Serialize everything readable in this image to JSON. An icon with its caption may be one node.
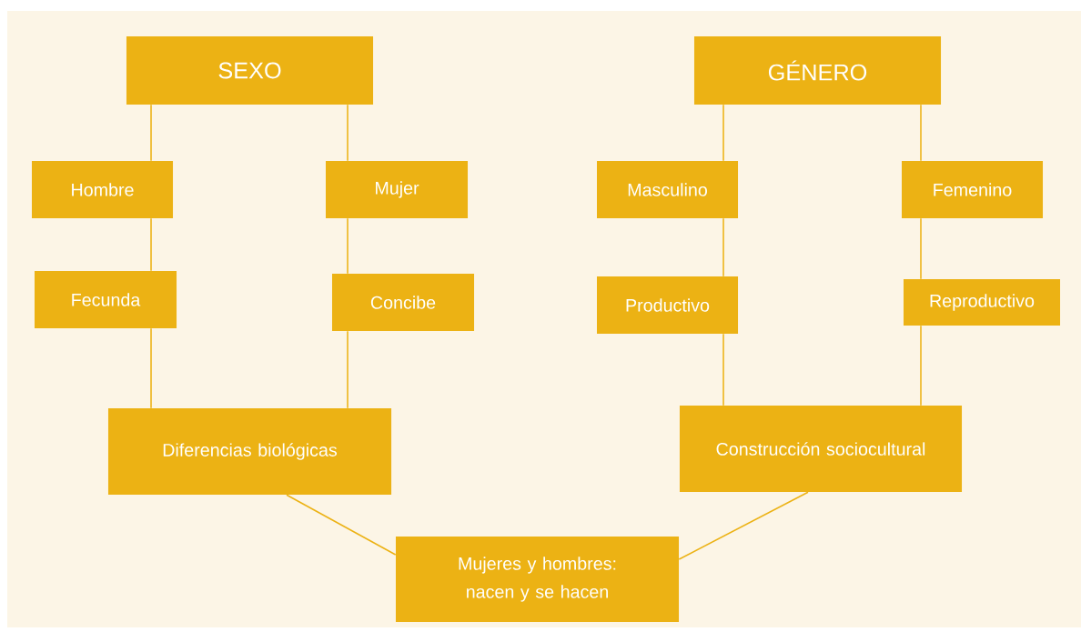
{
  "diagram": {
    "nodes": [
      {
        "text": [
          "SEXO"
        ]
      },
      {
        "text": [
          "GÉNERO"
        ]
      },
      {
        "text": [
          "Hombre"
        ]
      },
      {
        "text": [
          "Mujer"
        ]
      },
      {
        "text": [
          "Masculino"
        ]
      },
      {
        "text": [
          "Femenino"
        ]
      },
      {
        "text": [
          "Fecunda"
        ]
      },
      {
        "text": [
          "Concibe"
        ]
      },
      {
        "text": [
          "Productivo"
        ]
      },
      {
        "text": [
          "Reproductivo"
        ]
      },
      {
        "text": [
          "Diferencias biológicas"
        ]
      },
      {
        "text": [
          "Construcción sociocultural"
        ]
      },
      {
        "text": [
          "Mujeres y hombres: nacen y se hacen"
        ]
      }
    ],
    "edges": [
      {
        "from": 0,
        "to": 2,
        "arrow": "none"
      },
      {
        "from": 0,
        "to": 3,
        "arrow": "none"
      },
      {
        "from": 1,
        "to": 4,
        "arrow": "none"
      },
      {
        "from": 1,
        "to": 5,
        "arrow": "none"
      },
      {
        "from": 2,
        "to": 6,
        "arrow": "none"
      },
      {
        "from": 3,
        "to": 7,
        "arrow": "none"
      },
      {
        "from": 4,
        "to": 8,
        "arrow": "none"
      },
      {
        "from": 5,
        "to": 9,
        "arrow": "none"
      },
      {
        "from": 6,
        "to": 10,
        "arrow": "none"
      },
      {
        "from": 7,
        "to": 10,
        "arrow": "none"
      },
      {
        "from": 8,
        "to": 11,
        "arrow": "none"
      },
      {
        "from": 9,
        "to": 11,
        "arrow": "none"
      },
      {
        "from": 10,
        "to": 12,
        "arrow": "none"
      },
      {
        "from": 11,
        "to": 12,
        "arrow": "none"
      }
    ]
  }
}
